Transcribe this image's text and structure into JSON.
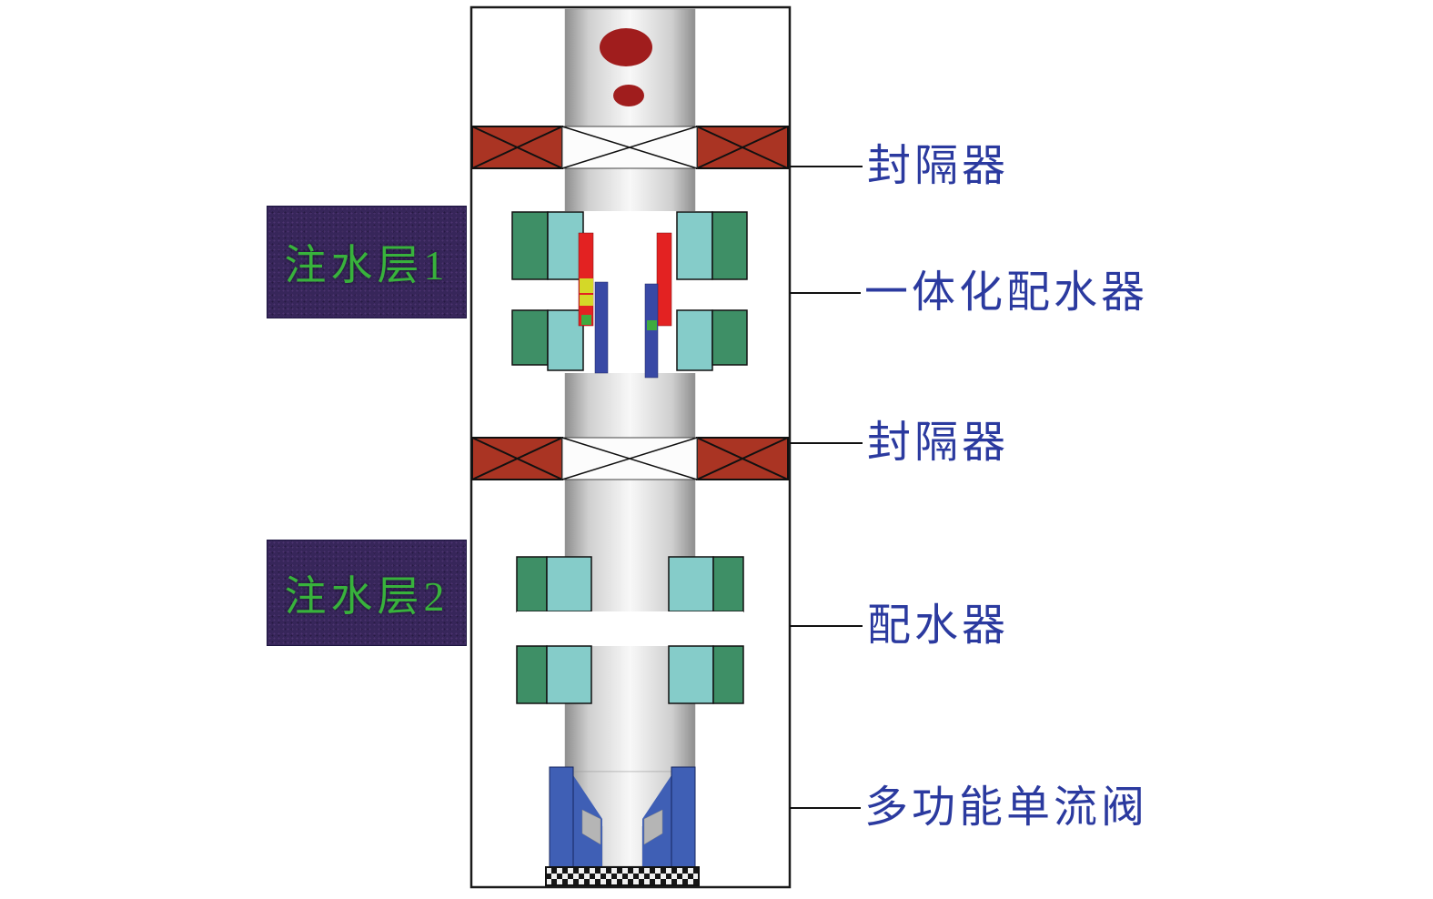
{
  "labels": {
    "packer_top": "封隔器",
    "integrated_water_distributor": "一体化配水器",
    "packer_middle": "封隔器",
    "water_distributor": "配水器",
    "multifunction_check_valve": "多功能单流阀",
    "injection_zone_1": "注水层1",
    "injection_zone_2": "注水层2"
  },
  "colors": {
    "label_blue": "#2b3a9f",
    "zone_box_bg": "#37265a",
    "zone_text_green": "#38b23c",
    "packer_red": "#aa3423",
    "block_green": "#3e8f66",
    "block_teal": "#85ccc9",
    "bar_red": "#e32222",
    "bar_blue": "#3949a5",
    "square_yellow": "#d4d828",
    "square_green": "#3faa3f",
    "droplet_red": "#a01d1d",
    "valve_blue": "#3f5fb5",
    "line_black": "#111111"
  }
}
